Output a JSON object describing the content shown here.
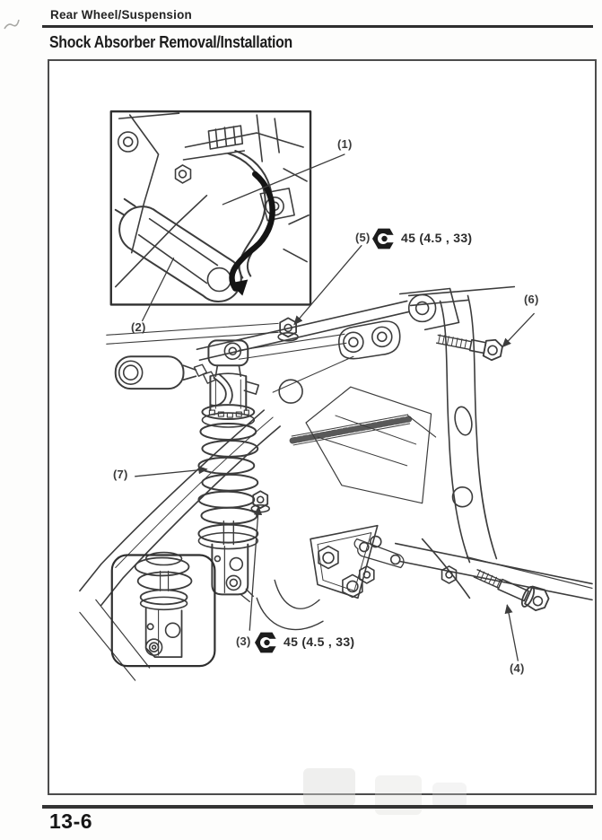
{
  "page": {
    "section_header": "Rear Wheel/Suspension",
    "title": "Shock Absorber Removal/Installation",
    "page_number": "13-6"
  },
  "diagram": {
    "callouts": {
      "c1": {
        "label": "(1)"
      },
      "c2": {
        "label": "(2)"
      },
      "c3": {
        "label": "(3)",
        "torque": "45 (4.5 , 33)"
      },
      "c4": {
        "label": "(4)"
      },
      "c5": {
        "label": "(5)",
        "torque": "45 (4.5 , 33)"
      },
      "c6": {
        "label": "(6)"
      },
      "c7": {
        "label": "(7)"
      }
    },
    "icons": {
      "torque": "torque-wrench-icon"
    },
    "colors": {
      "ink": "#1b1b1b",
      "line_art": "#3c3c3c",
      "paper": "#ffffff"
    }
  }
}
